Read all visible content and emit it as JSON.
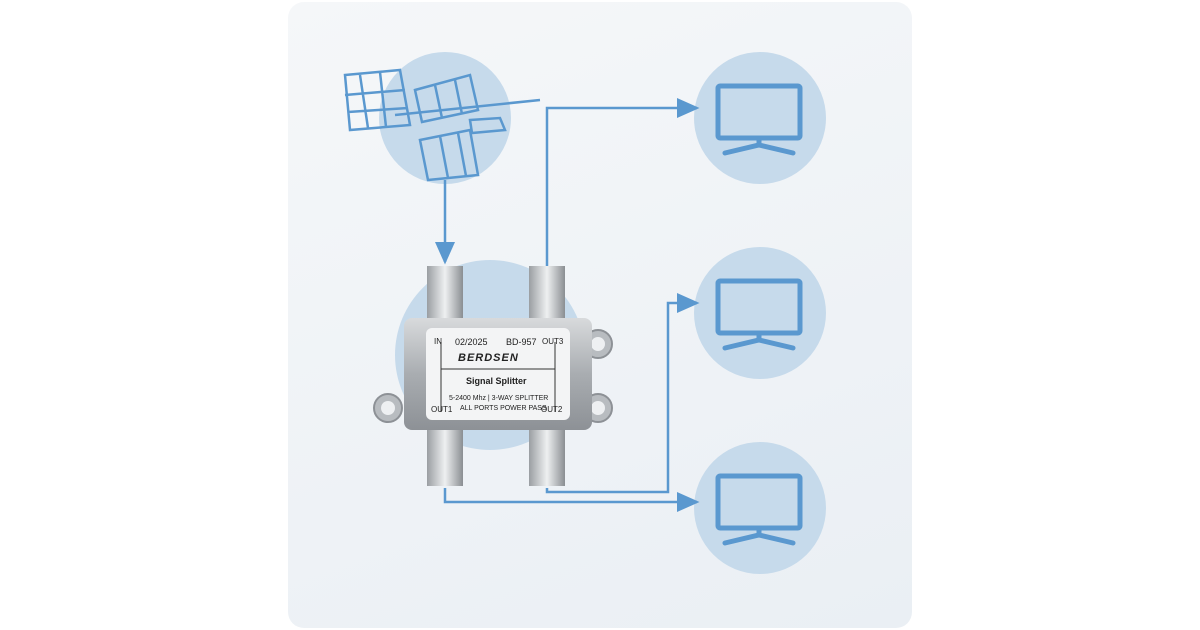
{
  "colors": {
    "line": "#5a98cf",
    "circle": "#c6daeb",
    "card": "#eef2f5"
  },
  "splitter": {
    "date": "02/2025",
    "model": "BD-957",
    "brand": "BERDSEN",
    "title": "Signal Splitter",
    "spec": "5-2400 Mhz | 3-WAY SPLITTER",
    "power": "ALL PORTS POWER PASS",
    "port_in": "IN",
    "port_out1": "OUT1",
    "port_out2": "OUT2",
    "port_out3": "OUT3"
  }
}
